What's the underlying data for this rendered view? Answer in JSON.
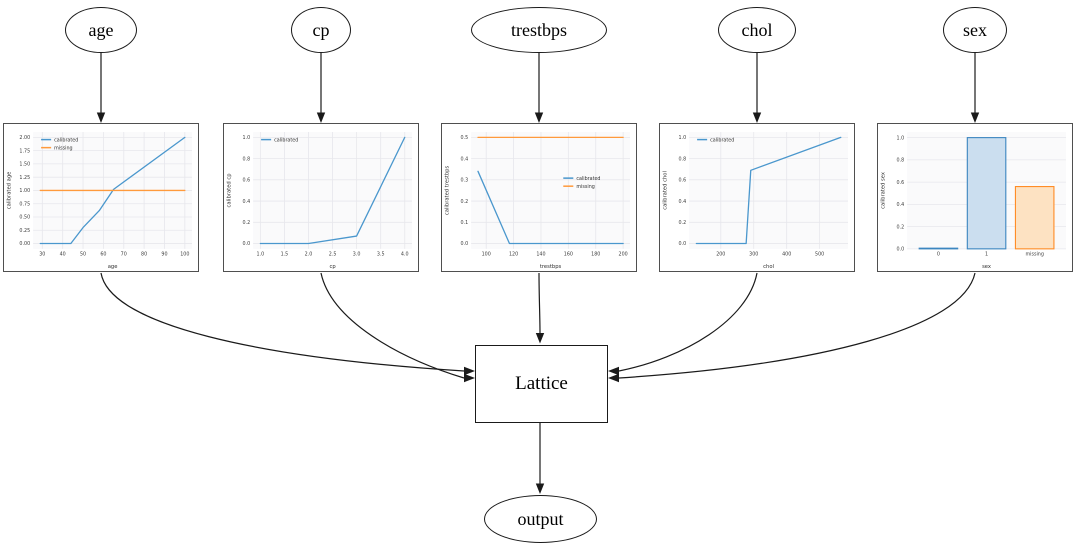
{
  "diagram": {
    "feature_nodes": [
      {
        "id": "age",
        "label": "age"
      },
      {
        "id": "cp",
        "label": "cp"
      },
      {
        "id": "trestbps",
        "label": "trestbps"
      },
      {
        "id": "chol",
        "label": "chol"
      },
      {
        "id": "sex",
        "label": "sex"
      }
    ],
    "lattice_label": "Lattice",
    "output_label": "output"
  },
  "colors": {
    "calibrated_line": "#4a97cd",
    "missing_line": "#ff9a3c",
    "bar_fill_blue": "#cbdeef",
    "bar_stroke_blue": "#3c86c0",
    "bar_fill_orange": "#fde2c2",
    "bar_stroke_orange": "#ff8c26",
    "edge_color": "#1a1a1a"
  },
  "chart_data": [
    {
      "id": "age",
      "type": "line",
      "xlabel": "age",
      "ylabel": "calibrated age",
      "xlim": [
        25.5,
        103.5
      ],
      "ylim": [
        -0.1,
        2.1
      ],
      "xticks": [
        30,
        40,
        50,
        60,
        70,
        80,
        90,
        100
      ],
      "xtick_labels": [
        "30",
        "40",
        "50",
        "60",
        "70",
        "80",
        "90",
        "100"
      ],
      "yticks": [
        0,
        0.25,
        0.5,
        0.75,
        1.0,
        1.25,
        1.5,
        1.75,
        2.0
      ],
      "ytick_labels": [
        "0.00",
        "0.25",
        "0.50",
        "0.75",
        "1.00",
        "1.25",
        "1.50",
        "1.75",
        "2.00"
      ],
      "legend": {
        "x": 0.05,
        "y": 0.03,
        "entries": [
          "calibrated",
          "missing"
        ]
      },
      "series": [
        {
          "name": "calibrated",
          "color": "#4a97cd",
          "points": [
            [
              29,
              0
            ],
            [
              44,
              0
            ],
            [
              50,
              0.3
            ],
            [
              58,
              0.62
            ],
            [
              65,
              1.02
            ],
            [
              100,
              2.0
            ]
          ]
        },
        {
          "name": "missing",
          "color": "#ff9a3c",
          "points": [
            [
              29,
              1.0
            ],
            [
              100,
              1.0
            ]
          ]
        }
      ]
    },
    {
      "id": "cp",
      "type": "line",
      "xlabel": "cp",
      "ylabel": "calibrated cp",
      "xlim": [
        0.85,
        4.15
      ],
      "ylim": [
        -0.05,
        1.05
      ],
      "xticks": [
        1.0,
        1.5,
        2.0,
        2.5,
        3.0,
        3.5,
        4.0
      ],
      "xtick_labels": [
        "1.0",
        "1.5",
        "2.0",
        "2.5",
        "3.0",
        "3.5",
        "4.0"
      ],
      "yticks": [
        0,
        0.2,
        0.4,
        0.6,
        0.8,
        1.0
      ],
      "ytick_labels": [
        "0.0",
        "0.2",
        "0.4",
        "0.6",
        "0.8",
        "1.0"
      ],
      "legend": {
        "x": 0.05,
        "y": 0.03,
        "entries": [
          "calibrated"
        ]
      },
      "series": [
        {
          "name": "calibrated",
          "color": "#4a97cd",
          "points": [
            [
              1,
              0
            ],
            [
              2,
              0
            ],
            [
              3,
              0.07
            ],
            [
              4,
              1.0
            ]
          ]
        }
      ]
    },
    {
      "id": "trestbps",
      "type": "line",
      "xlabel": "trestbps",
      "ylabel": "calibrated trestbps",
      "xlim": [
        89,
        205
      ],
      "ylim": [
        -0.025,
        0.525
      ],
      "xticks": [
        100,
        120,
        140,
        160,
        180,
        200
      ],
      "xtick_labels": [
        "100",
        "120",
        "140",
        "160",
        "180",
        "200"
      ],
      "yticks": [
        0,
        0.1,
        0.2,
        0.3,
        0.4,
        0.5
      ],
      "ytick_labels": [
        "0.0",
        "0.1",
        "0.2",
        "0.3",
        "0.4",
        "0.5"
      ],
      "legend": {
        "x": 0.58,
        "y": 0.36,
        "entries": [
          "calibrated",
          "missing"
        ]
      },
      "series": [
        {
          "name": "calibrated",
          "color": "#4a97cd",
          "points": [
            [
              94,
              0.34
            ],
            [
              117,
              0
            ],
            [
              200,
              0
            ]
          ]
        },
        {
          "name": "missing",
          "color": "#ff9a3c",
          "points": [
            [
              94,
              0.5
            ],
            [
              200,
              0.5
            ]
          ]
        }
      ]
    },
    {
      "id": "chol",
      "type": "line",
      "xlabel": "chol",
      "ylabel": "calibrated chol",
      "xlim": [
        104,
        586
      ],
      "ylim": [
        -0.05,
        1.05
      ],
      "xticks": [
        200,
        300,
        400,
        500
      ],
      "xtick_labels": [
        "200",
        "300",
        "400",
        "500"
      ],
      "yticks": [
        0,
        0.2,
        0.4,
        0.6,
        0.8,
        1.0
      ],
      "ytick_labels": [
        "0.0",
        "0.2",
        "0.4",
        "0.6",
        "0.8",
        "1.0"
      ],
      "legend": {
        "x": 0.05,
        "y": 0.03,
        "entries": [
          "calibrated"
        ]
      },
      "series": [
        {
          "name": "calibrated",
          "color": "#4a97cd",
          "points": [
            [
              126,
              0
            ],
            [
              277,
              0
            ],
            [
              291,
              0.69
            ],
            [
              564,
              1.0
            ]
          ]
        }
      ]
    },
    {
      "id": "sex",
      "type": "bar",
      "xlabel": "sex",
      "ylabel": "calibrated sex",
      "categories": [
        "0",
        "1",
        "missing"
      ],
      "values": [
        0.006,
        1.0,
        0.56
      ],
      "ylim": [
        0,
        1.05
      ],
      "yticks": [
        0,
        0.2,
        0.4,
        0.6,
        0.8,
        1.0
      ],
      "ytick_labels": [
        "0.0",
        "0.2",
        "0.4",
        "0.6",
        "0.8",
        "1.0"
      ],
      "bar_fill": [
        "#cbdeef",
        "#cbdeef",
        "#fde2c2"
      ],
      "bar_stroke": [
        "#3c86c0",
        "#3c86c0",
        "#ff8c26"
      ]
    }
  ]
}
